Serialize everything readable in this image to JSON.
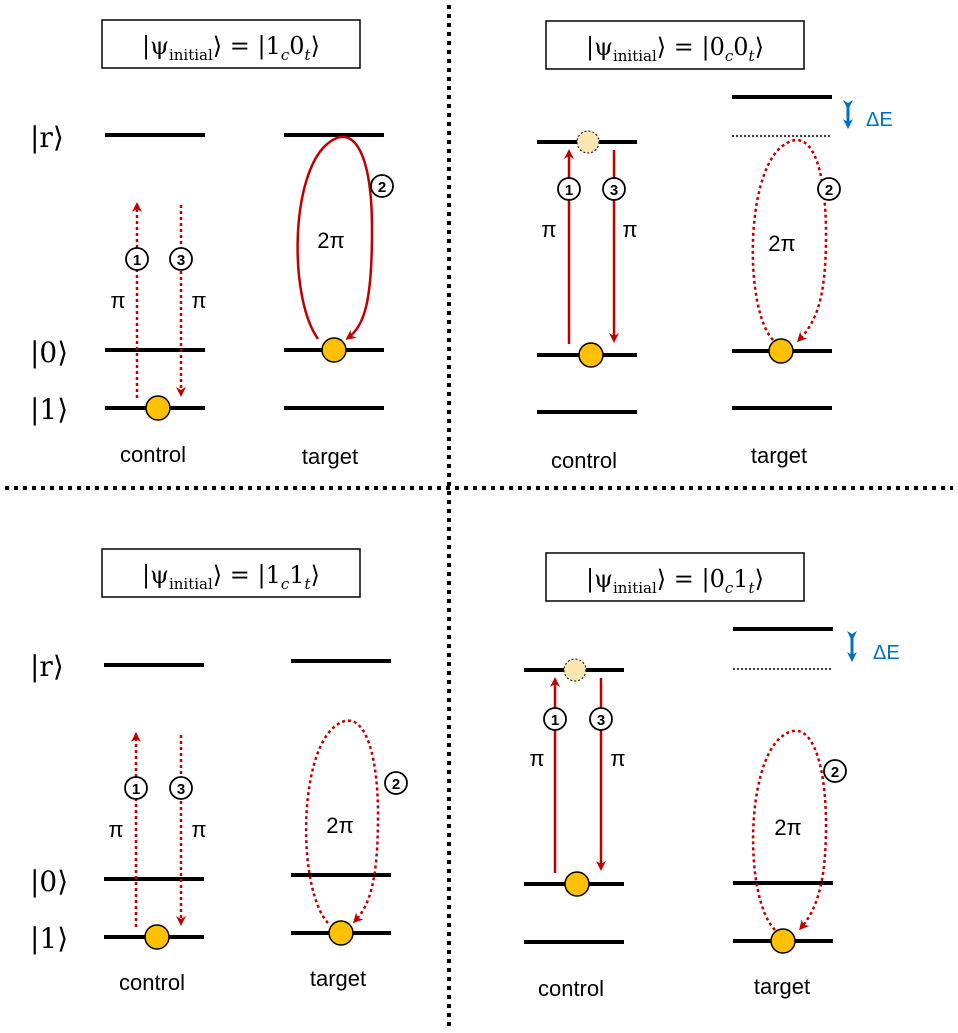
{
  "labels": {
    "rydberg": "|r⟩",
    "zero": "|0⟩",
    "one": "|1⟩",
    "control": "control",
    "target": "target",
    "pi": "π",
    "two_pi": "2π",
    "delta_e": "ΔE",
    "step1": "1",
    "step2": "2",
    "step3": "3"
  },
  "colors": {
    "laser": "#c00000",
    "atom": "#ffc000",
    "atom_blockade": "#fbe5b0",
    "shift": "#0070c0",
    "level": "#000000"
  },
  "panels": [
    {
      "id": "tl",
      "state_prefix": "|ψ",
      "state_sub": "initial",
      "state_suffix": "⟩ = |1",
      "state_ket_c": "c",
      "state_mid": "0",
      "state_ket_t": "t",
      "state_close": "⟩",
      "control_state": "1",
      "target_state": "0",
      "blockade": false
    },
    {
      "id": "tr",
      "state_prefix": "|ψ",
      "state_sub": "initial",
      "state_suffix": "⟩ = |0",
      "state_ket_c": "c",
      "state_mid": "0",
      "state_ket_t": "t",
      "state_close": "⟩",
      "control_state": "0",
      "target_state": "0",
      "blockade": true
    },
    {
      "id": "bl",
      "state_prefix": "|ψ",
      "state_sub": "initial",
      "state_suffix": "⟩ = |1",
      "state_ket_c": "c",
      "state_mid": "1",
      "state_ket_t": "t",
      "state_close": "⟩",
      "control_state": "1",
      "target_state": "1",
      "blockade": false
    },
    {
      "id": "br",
      "state_prefix": "|ψ",
      "state_sub": "initial",
      "state_suffix": "⟩ = |0",
      "state_ket_c": "c",
      "state_mid": "1",
      "state_ket_t": "t",
      "state_close": "⟩",
      "control_state": "0",
      "target_state": "1",
      "blockade": true
    }
  ]
}
